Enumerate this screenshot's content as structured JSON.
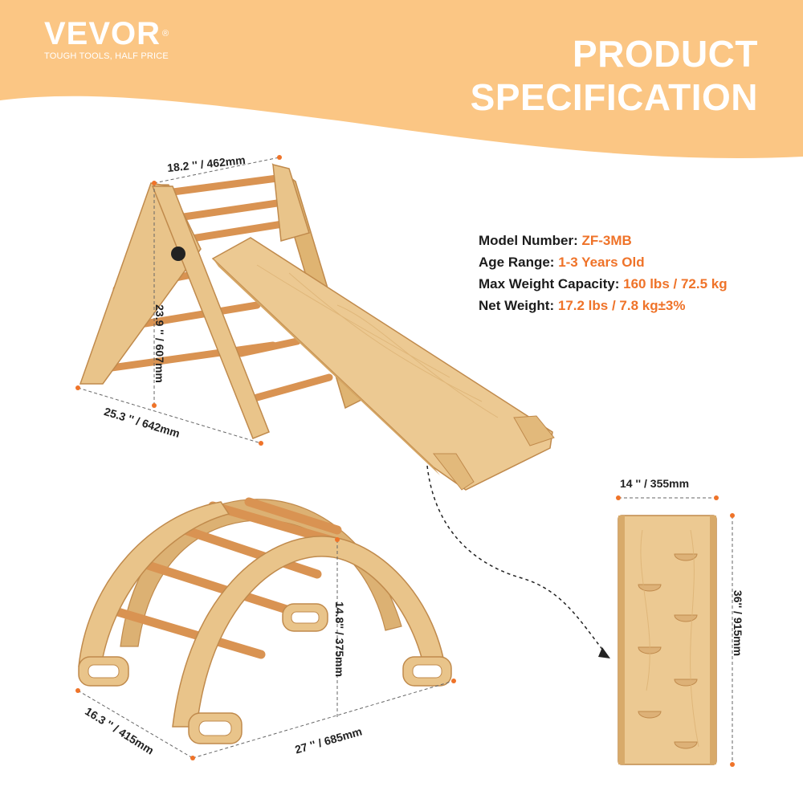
{
  "brand": {
    "name": "VEVOR",
    "mark": "®",
    "tagline": "TOUGH TOOLS, HALF PRICE"
  },
  "title": {
    "line1": "PRODUCT",
    "line2": "SPECIFICATION"
  },
  "specs": [
    {
      "label": "Model Number",
      "value": "ZF-3MB"
    },
    {
      "label": "Age Range",
      "value": "1-3 Years Old"
    },
    {
      "label": "Max Weight Capacity",
      "value": "160 lbs / 72.5 kg"
    },
    {
      "label": "Net Weight",
      "value": "17.2 lbs / 7.8 kg±3%"
    }
  ],
  "dimensions": {
    "triangle_top_width": "18.2 '' / 462mm",
    "triangle_height": "23.9 '' / 607mm",
    "triangle_depth": "25.3 '' / 642mm",
    "ramp_width": "14 '' / 355mm",
    "ramp_length": "36'' / 915mm",
    "arch_height": "14.8'' / 375mm",
    "arch_length": "27 '' / 685mm",
    "arch_width": "16.3 '' / 415mm"
  },
  "colors": {
    "banner": "#fbc684",
    "accent": "#ef7329",
    "wood": "#e9c48a",
    "wood_dark": "#cf9d5c",
    "rung": "#d99352",
    "text": "#1c1c1c"
  }
}
